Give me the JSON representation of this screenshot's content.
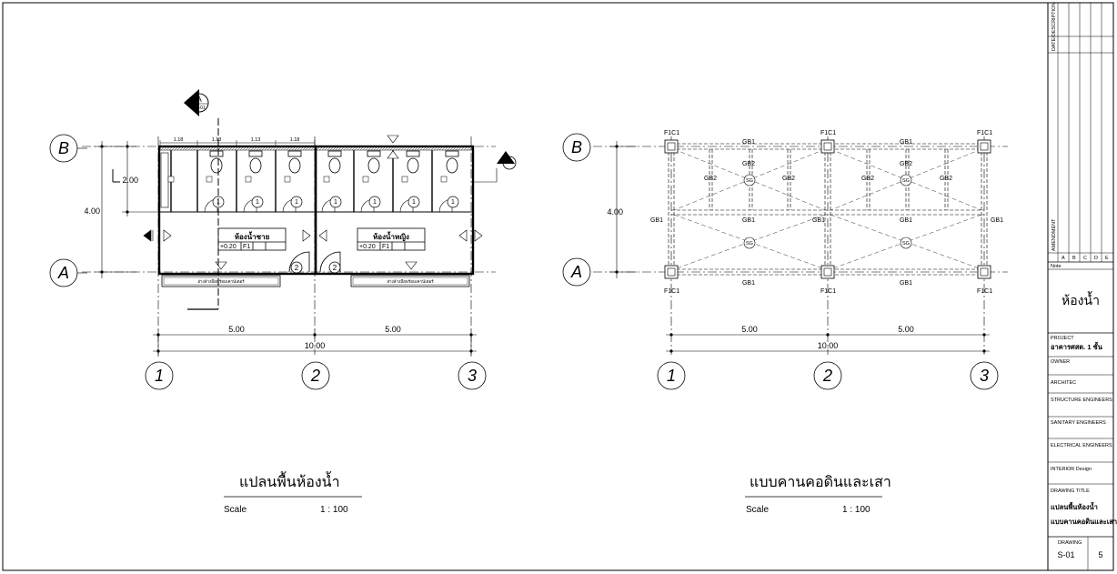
{
  "axes": {
    "rows": [
      "B",
      "A"
    ],
    "cols": [
      "1",
      "2",
      "3"
    ]
  },
  "dims": {
    "bay1": "5.00",
    "bay2": "5.00",
    "total": "10.00",
    "height": "4.00",
    "stall_depth": "2.00",
    "stall_w1": "1.18",
    "stall_w2": "1.13",
    "stall_w3": "1.13",
    "stall_w4": "1.18"
  },
  "floor_plan": {
    "title": "แปลนพื้นห้องน้ำ",
    "scale_label": "Scale",
    "scale_value": "1 : 100",
    "room_men": "ห้องน้ำชาย",
    "room_women": "ห้องน้ำหญิง",
    "level": "+0.20",
    "floor_code": "F1",
    "stall_tag": "1",
    "door_tag": "2",
    "counter_men": "อ่างล้างมือพร้อมเคาน์เตอร์",
    "counter_women": "อ่างล้างมือพร้อมเคาน์เตอร์",
    "section_letter": "A",
    "section_ref": "S5-01"
  },
  "beam_plan": {
    "title": "แบบคานคอดินและเสา",
    "scale_label": "Scale",
    "scale_value": "1 : 100",
    "column": "F1C1",
    "beam_main": "GB1",
    "beam_sec": "GB2",
    "slab": "SG"
  },
  "title_block": {
    "rev_header": "DATE/DESCRIPTION",
    "amendment": "AMENDMENT",
    "rev_letters": [
      "A",
      "B",
      "C",
      "D",
      "E"
    ],
    "note": "Note",
    "sheet_name": "ห้องน้ำ",
    "project_label": "PROJECT",
    "project_value": "อาคารศสต. 1 ชั้น",
    "owner": "OWNER",
    "architect": "ARCHITEC",
    "structure": "STRUCTURE ENGINEERS",
    "sanitary": "SANITARY ENGINEERS",
    "electrical": "ELECTRICAL ENGINEERS",
    "interior": "INTERIOR Design",
    "drawing_title_label": "DRAWING TITLE",
    "drawing_title_1": "แปลนพื้นห้องน้ำ",
    "drawing_title_2": "แบบคานคอดินและเสา",
    "drawing_label": "DRAWING",
    "drawing_no": "S-01",
    "sheet_no": "5"
  }
}
